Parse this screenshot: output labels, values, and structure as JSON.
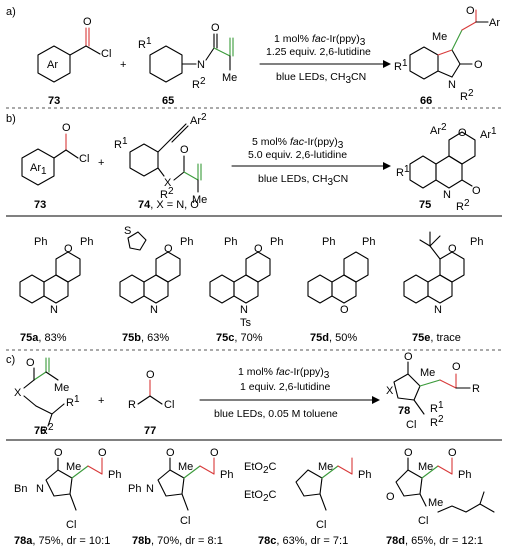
{
  "colors": {
    "ring_red": "#d83a3a",
    "ring_green": "#3a9a3a",
    "text": "#000000"
  },
  "panel_a": {
    "label": "a)",
    "reactant1": {
      "id": "73",
      "ring": "Ar",
      "group": "Cl",
      "oxygen": "O"
    },
    "reactant2": {
      "id": "65",
      "r1": "R",
      "r1_sup": "1",
      "n": "N",
      "r2": "R",
      "r2_sup": "2",
      "me": "Me",
      "oxygen": "O"
    },
    "plus": "+",
    "conditions": {
      "line1_pre": "1 mol% ",
      "line1_cat": "fac",
      "line1_post": "-Ir(ppy)",
      "line1_sub": "3",
      "line2": "1.25 equiv. 2,6-lutidine",
      "line3": "blue LEDs, CH",
      "line3_sub": "3",
      "line3_post": "CN"
    },
    "product": {
      "id": "66",
      "ar": "Ar",
      "me": "Me",
      "oxygen": "O",
      "r1": "R",
      "r1_sup": "1",
      "r2": "R",
      "r2_sup": "2",
      "n": "N"
    }
  },
  "panel_b": {
    "label": "b)",
    "reactant1": {
      "id": "73",
      "ring": "Ar",
      "ring_sup": "1",
      "group": "Cl",
      "oxygen": "O"
    },
    "reactant2": {
      "id": "74",
      "id_suffix": ", X = N, O",
      "ar": "Ar",
      "ar_sup": "2",
      "r1": "R",
      "r1_sup": "1",
      "x": "X",
      "r2": "R",
      "r2_sup": "2",
      "me": "Me",
      "oxygen": "O"
    },
    "plus": "+",
    "conditions": {
      "line1_pre": "5 mol% ",
      "line1_cat": "fac",
      "line1_post": "-Ir(ppy)",
      "line1_sub": "3",
      "line2": "5.0 equiv. 2,6-lutidine",
      "line3": "blue LEDs, CH",
      "line3_sub": "3",
      "line3_post": "CN"
    },
    "product": {
      "id": "75",
      "ar2": "Ar",
      "ar2_sup": "2",
      "ar1": "Ar",
      "ar1_sup": "1",
      "oxygen": "O",
      "r1": "R",
      "r1_sup": "1",
      "n": "N",
      "r2": "R",
      "r2_sup": "2"
    },
    "examples": [
      {
        "id": "75a",
        "yield": ", 83%",
        "left": "Ph",
        "right": "Ph",
        "me": "",
        "n": "N",
        "extra": ""
      },
      {
        "id": "75b",
        "yield": ", 63%",
        "left": "S",
        "right": "Ph",
        "me": "",
        "n": "N",
        "extra": ""
      },
      {
        "id": "75c",
        "yield": ", 70%",
        "left": "Ph",
        "right": "Ph",
        "me": "",
        "n": "N",
        "extra": "Ts"
      },
      {
        "id": "75d",
        "yield": ", 50%",
        "left": "Ph",
        "right": "Ph",
        "me": "",
        "n": "O",
        "extra": ""
      },
      {
        "id": "75e",
        "yield": ", trace",
        "left": "",
        "right": "Ph",
        "me": "",
        "n": "N",
        "extra": ""
      }
    ]
  },
  "panel_c": {
    "label": "c)",
    "reactant1": {
      "id": "76",
      "x": "X",
      "me": "Me",
      "r1": "R",
      "r1_sup": "1",
      "r2": "R",
      "r2_sup": "2",
      "oxygen": "O"
    },
    "reactant2": {
      "id": "77",
      "r": "R",
      "group": "Cl",
      "oxygen": "O"
    },
    "plus": "+",
    "conditions": {
      "line1_pre": "1 mol% ",
      "line1_cat": "fac",
      "line1_post": "-Ir(ppy)",
      "line1_sub": "3",
      "line2": "1 equiv. 2,6-lutidine",
      "line3": "blue LEDs, 0.05 M toluene"
    },
    "product": {
      "id": "78",
      "x": "X",
      "me": "Me",
      "r": "R",
      "r1": "R",
      "r1_sup": "1",
      "r2": "R",
      "r2_sup": "2",
      "cl": "Cl",
      "oxygen": "O"
    },
    "examples": [
      {
        "id": "78a",
        "yield": ", 75%, dr = 10:1",
        "n_sub": "Bn",
        "n": "N",
        "me": "Me",
        "ph": "Ph",
        "cl": "Cl",
        "oxygen": "O"
      },
      {
        "id": "78b",
        "yield": ", 70%, dr = 8:1",
        "n_sub": "Ph",
        "n": "N",
        "me": "Me",
        "ph": "Ph",
        "cl": "Cl",
        "oxygen": "O"
      },
      {
        "id": "78c",
        "yield": ", 63%, dr = 7:1",
        "ester1": "EtO",
        "ester1_sub": "2",
        "ester1_post": "C",
        "ester2": "EtO",
        "ester2_sub": "2",
        "ester2_post": "C",
        "me": "Me",
        "ph": "Ph",
        "cl": "Cl"
      },
      {
        "id": "78d",
        "yield": ", 65%, dr = 12:1",
        "o": "O",
        "me": "Me",
        "ph": "Ph",
        "cl": "Cl",
        "oxygen": "O"
      }
    ]
  }
}
